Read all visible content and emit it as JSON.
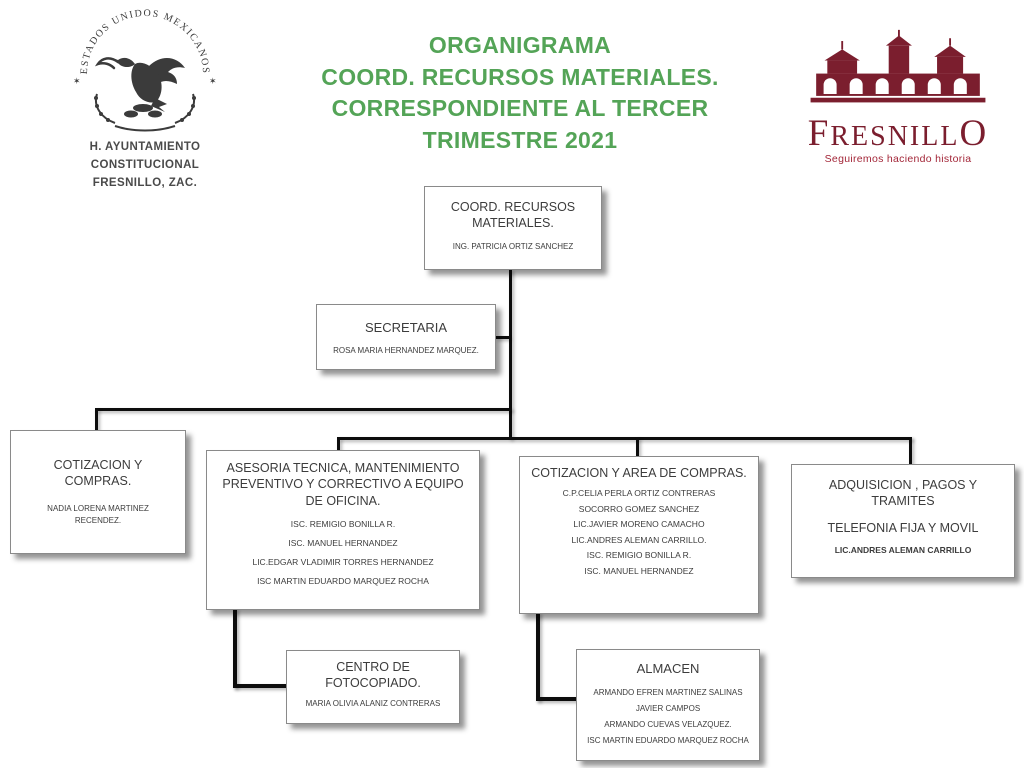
{
  "colors": {
    "title_green": "#54a457",
    "logo_maroon": "#7b1e2e",
    "tagline_red": "#a32638",
    "connector_black": "#0d0d0d"
  },
  "header": {
    "seal": {
      "arc_text": "ESTADOS UNIDOS MEXICANOS",
      "caption_lines": [
        "H. AYUNTAMIENTO",
        "CONSTITUCIONAL",
        "FRESNILLO, ZAC."
      ]
    },
    "title_lines": [
      "ORGANIGRAMA",
      "COORD. RECURSOS MATERIALES.",
      "CORRESPONDIENTE AL TERCER",
      "TRIMESTRE 2021"
    ],
    "logo": {
      "wordmark_first": "F",
      "wordmark_middle": "RESNILL",
      "wordmark_last": "O",
      "tagline": "Seguiremos haciendo historia"
    }
  },
  "org": {
    "coord": {
      "title": "COORD. RECURSOS MATERIALES.",
      "member": "ING. PATRICIA ORTIZ SANCHEZ"
    },
    "secretaria": {
      "title": "SECRETARIA",
      "member": "ROSA MARIA HERNANDEZ MARQUEZ."
    },
    "cotizacion_compras": {
      "title": "COTIZACION Y COMPRAS.",
      "member": "NADIA LORENA MARTINEZ RECENDEZ."
    },
    "asesoria_tecnica": {
      "title": "ASESORIA TECNICA,  MANTENIMIENTO PREVENTIVO Y CORRECTIVO A EQUIPO DE OFICINA.",
      "members": [
        "ISC. REMIGIO BONILLA R.",
        "ISC. MANUEL HERNANDEZ",
        "LIC.EDGAR VLADIMIR TORRES HERNANDEZ",
        "ISC MARTIN EDUARDO MARQUEZ ROCHA"
      ]
    },
    "cotizacion_area": {
      "title": "COTIZACION Y AREA DE COMPRAS.",
      "members": [
        "C.P.CELIA PERLA ORTIZ CONTRERAS",
        "SOCORRO GOMEZ SANCHEZ",
        "LIC.JAVIER MORENO CAMACHO",
        "LIC.ANDRES ALEMAN CARRILLO.",
        "ISC. REMIGIO BONILLA R.",
        "ISC. MANUEL HERNANDEZ"
      ]
    },
    "adquisicion": {
      "title": "ADQUISICION , PAGOS Y TRAMITES",
      "subtitle": "TELEFONIA FIJA Y MOVIL",
      "member": "LIC.ANDRES ALEMAN CARRILLO"
    },
    "centro_fotocopiado": {
      "title": "CENTRO DE FOTOCOPIADO.",
      "member": "MARIA OLIVIA ALANIZ CONTRERAS"
    },
    "almacen": {
      "title": "ALMACEN",
      "members": [
        "ARMANDO EFREN MARTINEZ SALINAS",
        "JAVIER CAMPOS",
        "ARMANDO CUEVAS VELAZQUEZ.",
        "ISC MARTIN EDUARDO MARQUEZ ROCHA"
      ]
    }
  }
}
